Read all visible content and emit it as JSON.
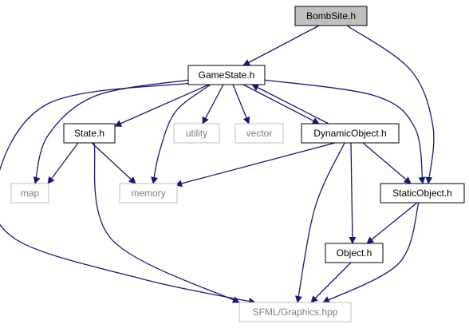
{
  "colors": {
    "edge": "#191970",
    "focus_fill": "#bfbfbf",
    "project_border": "#000000",
    "external_border": "#bfbfbf",
    "project_text": "#000000",
    "external_text": "#7f7f7f"
  },
  "nodes": {
    "bombsite": {
      "label": "BombSite.h",
      "kind": "focus"
    },
    "gamestate": {
      "label": "GameState.h",
      "kind": "project"
    },
    "state": {
      "label": "State.h",
      "kind": "project"
    },
    "utility": {
      "label": "utility",
      "kind": "external"
    },
    "vector": {
      "label": "vector",
      "kind": "external"
    },
    "dynamicobject": {
      "label": "DynamicObject.h",
      "kind": "project"
    },
    "map": {
      "label": "map",
      "kind": "external"
    },
    "memory": {
      "label": "memory",
      "kind": "external"
    },
    "staticobject": {
      "label": "StaticObject.h",
      "kind": "project"
    },
    "object": {
      "label": "Object.h",
      "kind": "project"
    },
    "sfml": {
      "label": "SFML/Graphics.hpp",
      "kind": "external"
    }
  },
  "edges": [
    {
      "from": "bombsite",
      "to": "gamestate"
    },
    {
      "from": "bombsite",
      "to": "staticobject"
    },
    {
      "from": "gamestate",
      "to": "state"
    },
    {
      "from": "gamestate",
      "to": "map"
    },
    {
      "from": "gamestate",
      "to": "memory"
    },
    {
      "from": "gamestate",
      "to": "utility"
    },
    {
      "from": "gamestate",
      "to": "vector"
    },
    {
      "from": "gamestate",
      "to": "dynamicobject"
    },
    {
      "from": "gamestate",
      "to": "staticobject"
    },
    {
      "from": "gamestate",
      "to": "sfml"
    },
    {
      "from": "dynamicobject",
      "to": "gamestate"
    },
    {
      "from": "dynamicobject",
      "to": "memory"
    },
    {
      "from": "dynamicobject",
      "to": "staticobject"
    },
    {
      "from": "dynamicobject",
      "to": "object"
    },
    {
      "from": "dynamicobject",
      "to": "sfml"
    },
    {
      "from": "state",
      "to": "map"
    },
    {
      "from": "state",
      "to": "memory"
    },
    {
      "from": "state",
      "to": "sfml"
    },
    {
      "from": "staticobject",
      "to": "object"
    },
    {
      "from": "staticobject",
      "to": "sfml"
    },
    {
      "from": "object",
      "to": "sfml"
    }
  ]
}
